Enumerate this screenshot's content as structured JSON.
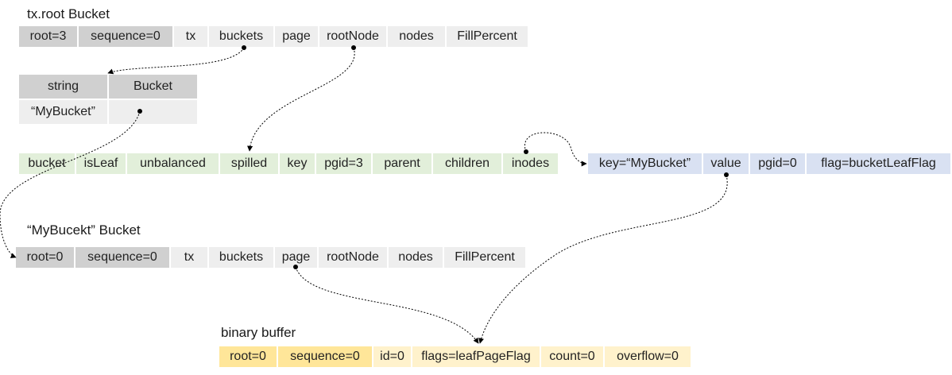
{
  "root_bucket": {
    "title": "tx.root Bucket",
    "fields": [
      "root=3",
      "sequence=0",
      "tx",
      "buckets",
      "page",
      "rootNode",
      "nodes",
      "FillPercent"
    ]
  },
  "buckets_map": {
    "headers": [
      "string",
      "Bucket"
    ],
    "row": [
      "“MyBucket”",
      ""
    ]
  },
  "node": {
    "fields": [
      "bucket",
      "isLeaf",
      "unbalanced",
      "spilled",
      "key",
      "pgid=3",
      "parent",
      "children",
      "inodes"
    ]
  },
  "inode": {
    "fields": [
      "key=“MyBucket”",
      "value",
      "pgid=0",
      "flag=bucketLeafFlag"
    ]
  },
  "my_bucket": {
    "title": "“MyBucekt” Bucket",
    "fields": [
      "root=0",
      "sequence=0",
      "tx",
      "buckets",
      "page",
      "rootNode",
      "nodes",
      "FillPercent"
    ]
  },
  "binary_buffer": {
    "title": "binary buffer",
    "fields": [
      "root=0",
      "sequence=0",
      "id=0",
      "flags=leafPageFlag",
      "count=0",
      "overflow=0"
    ]
  },
  "colors": {
    "gray_dark": "#d0d0d0",
    "gray_light": "#eeeeee",
    "green": "#e2efda",
    "blue": "#d9e1f2",
    "yellow_dark": "#ffe699",
    "yellow_light": "#fff2cc"
  }
}
